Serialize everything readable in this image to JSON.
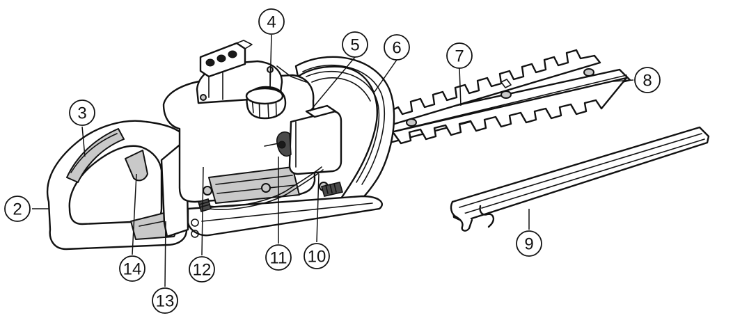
{
  "figure": {
    "subject": "hedge-trimmer-parts-diagram",
    "callouts": [
      {
        "id": "c2",
        "label": "2"
      },
      {
        "id": "c3",
        "label": "3"
      },
      {
        "id": "c4",
        "label": "4"
      },
      {
        "id": "c5",
        "label": "5"
      },
      {
        "id": "c6",
        "label": "6"
      },
      {
        "id": "c7",
        "label": "7"
      },
      {
        "id": "c8",
        "label": "8"
      },
      {
        "id": "c9",
        "label": "9"
      },
      {
        "id": "c10",
        "label": "10"
      },
      {
        "id": "c11",
        "label": "11"
      },
      {
        "id": "c12",
        "label": "12"
      },
      {
        "id": "c13",
        "label": "13"
      },
      {
        "id": "c14",
        "label": "14"
      }
    ]
  }
}
